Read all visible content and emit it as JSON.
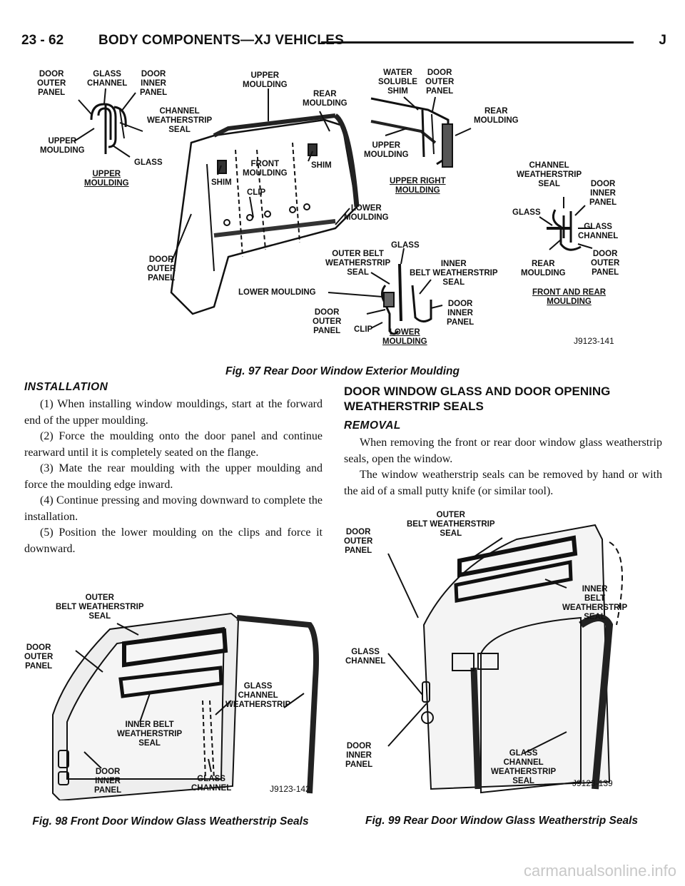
{
  "header": {
    "page_number": "23 - 62",
    "section_title": "BODY COMPONENTS—XJ VEHICLES",
    "letter": "J"
  },
  "fig97": {
    "caption": "Fig. 97 Rear Door Window Exterior Moulding",
    "code": "J9123-141",
    "labels": {
      "door_outer_panel_a": "DOOR\nOUTER\nPANEL",
      "glass_channel_a": "GLASS\nCHANNEL",
      "door_inner_panel_a": "DOOR\nINNER\nPANEL",
      "channel_ws_seal_a": "CHANNEL\nWEATHERSTRIP\nSEAL",
      "upper_moulding_a": "UPPER\nMOULDING",
      "glass_a": "GLASS",
      "upper_moulding_title": "UPPER\nMOULDING",
      "upper_moulding_center": "UPPER\nMOULDING",
      "rear_moulding_center": "REAR\nMOULDING",
      "shim_left": "SHIM",
      "front_moulding": "FRONT\nMOULDING",
      "shim_right": "SHIM",
      "clip_center": "CLIP",
      "lower_moulding_center": "LOWER\nMOULDING",
      "door_outer_panel_center": "DOOR\nOUTER\nPANEL",
      "water_soluble_shim": "WATER\nSOLUBLE\nSHIM",
      "door_outer_panel_b": "DOOR\nOUTER\nPANEL",
      "rear_moulding_b": "REAR\nMOULDING",
      "upper_moulding_b": "UPPER\nMOULDING",
      "upper_right_title": "UPPER RIGHT\nMOULDING",
      "channel_ws_seal_c": "CHANNEL\nWEATHERSTRIP\nSEAL",
      "door_inner_panel_c": "DOOR\nINNER\nPANEL",
      "glass_c": "GLASS",
      "glass_channel_c": "GLASS\nCHANNEL",
      "rear_moulding_c": "REAR\nMOULDING",
      "door_outer_panel_c": "DOOR\nOUTER\nPANEL",
      "front_rear_title": "FRONT AND REAR\nMOULDING",
      "glass_d": "GLASS",
      "outer_belt_seal_d": "OUTER BELT\nWEATHERSTRIP\nSEAL",
      "inner_belt_seal_d": "INNER\nBELT WEATHERSTRIP\nSEAL",
      "lower_moulding_d": "LOWER MOULDING",
      "door_outer_panel_d": "DOOR\nOUTER\nPANEL",
      "door_inner_panel_d": "DOOR\nINNER\nPANEL",
      "clip_d": "CLIP",
      "lower_moulding_title": "LOWER\nMOULDING"
    }
  },
  "installation": {
    "heading": "INSTALLATION",
    "steps": [
      "(1) When installing window mouldings, start at the forward end of the upper moulding.",
      "(2) Force the moulding onto the door panel and continue rearward until it is completely seated on the flange.",
      "(3) Mate the rear moulding with the upper moulding and force the moulding edge inward.",
      "(4) Continue pressing and moving downward to complete the installation.",
      "(5) Position the lower moulding on the clips and force it downward."
    ]
  },
  "door_window": {
    "heading": "DOOR WINDOW GLASS AND DOOR OPENING WEATHERSTRIP SEALS",
    "removal_heading": "REMOVAL",
    "paragraphs": [
      "When removing the front or rear door window glass weatherstrip seals, open the window.",
      "The window weatherstrip seals can be removed by hand or with the aid of a small putty knife (or similar tool)."
    ]
  },
  "fig98": {
    "caption": "Fig. 98 Front Door Window Glass Weatherstrip Seals",
    "code": "J9123-142",
    "labels": {
      "outer_belt": "OUTER\nBELT WEATHERSTRIP\nSEAL",
      "door_outer_panel": "DOOR\nOUTER\nPANEL",
      "glass_channel_ws": "GLASS\nCHANNEL\nWEATHERSTRIP",
      "inner_belt": "INNER BELT\nWEATHERSTRIP\nSEAL",
      "door_inner_panel": "DOOR\nINNER\nPANEL",
      "glass_channel": "GLASS\nCHANNEL"
    }
  },
  "fig99": {
    "caption": "Fig. 99 Rear Door Window Glass Weatherstrip Seals",
    "code": "J9123-139",
    "labels": {
      "outer_belt": "OUTER\nBELT WEATHERSTRIP\nSEAL",
      "door_outer_panel": "DOOR\nOUTER\nPANEL",
      "inner_belt": "INNER\nBELT\nWEATHERSTRIP\nSEAL",
      "glass_channel": "GLASS\nCHANNEL",
      "door_inner_panel": "DOOR\nINNER\nPANEL",
      "glass_channel_ws_seal": "GLASS\nCHANNEL\nWEATHERSTRIP\nSEAL"
    }
  },
  "watermark": "carmanualsonline.info"
}
